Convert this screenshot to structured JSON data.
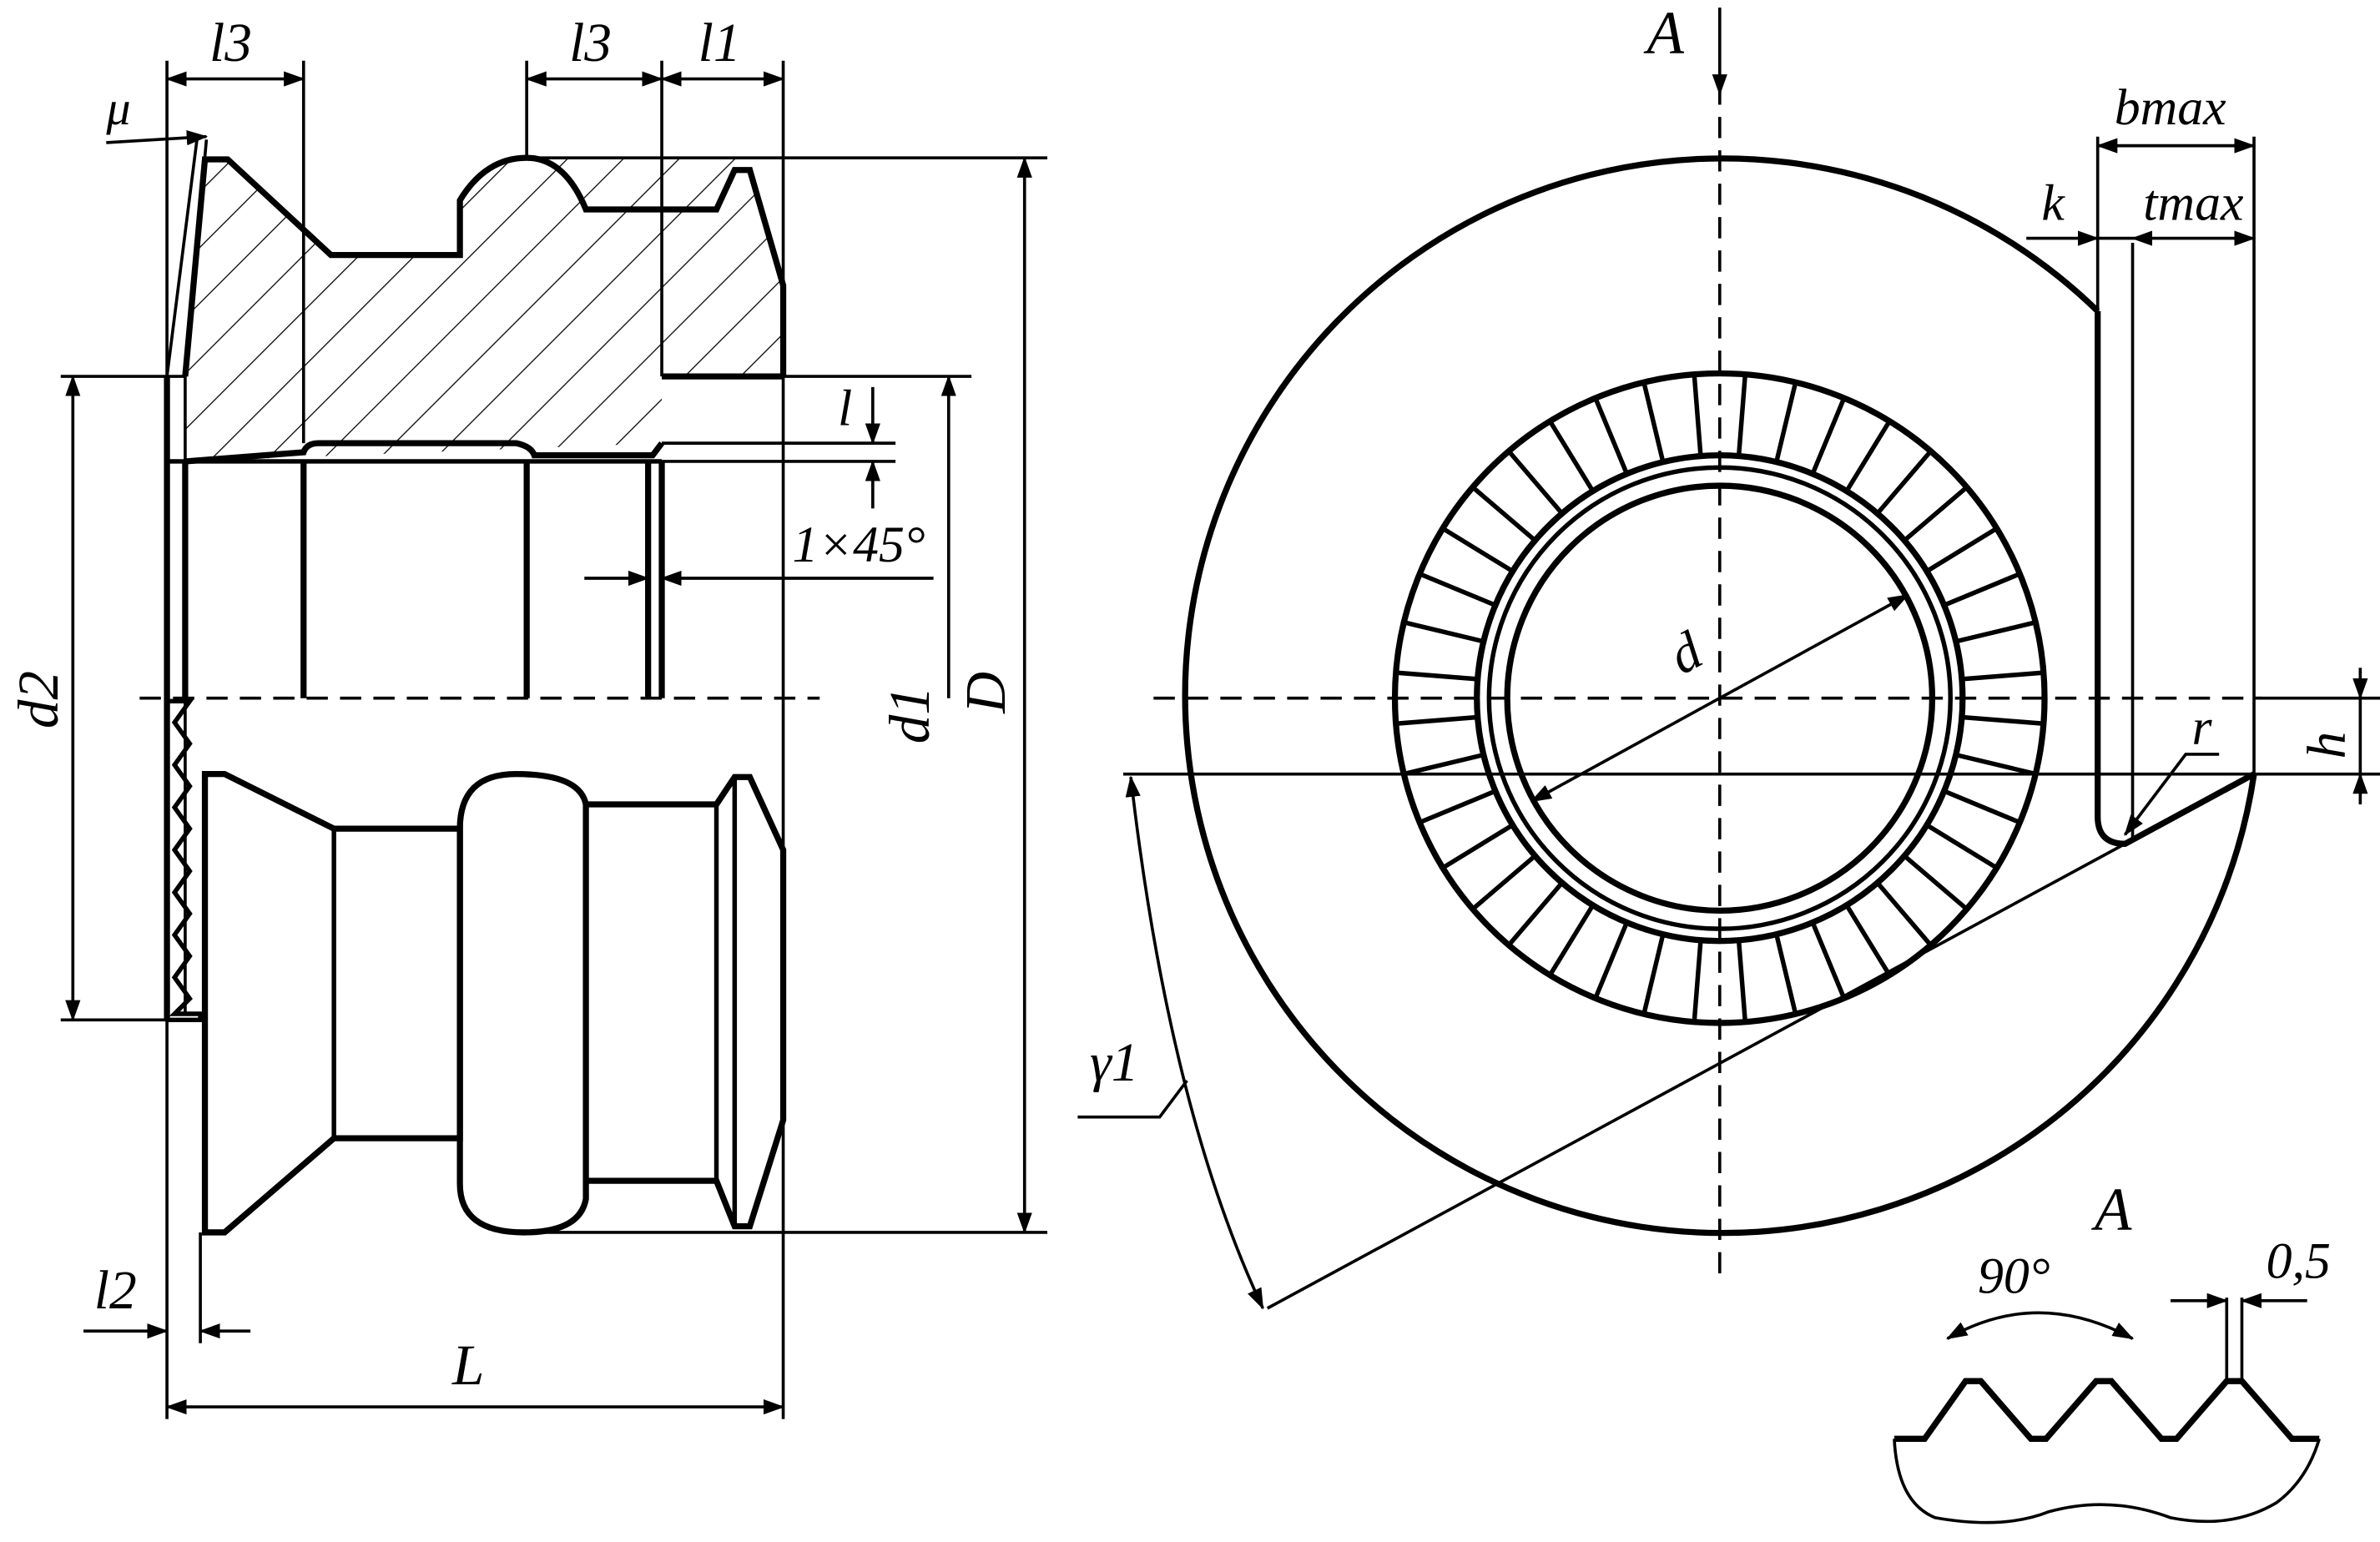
{
  "colors": {
    "line": "#000000",
    "background": "#ffffff"
  },
  "labels": {
    "l3_left": "l3",
    "l3_right": "l3",
    "l1": "l1",
    "mu": "μ",
    "l_small": "l",
    "chamfer": "1×45°",
    "d2": "d2",
    "d1": "d1",
    "D": "D",
    "l2": "l2",
    "L": "L",
    "A_top": "A",
    "bmax": "bmax",
    "k": "k",
    "tmax": "tmax",
    "d": "d",
    "h": "h",
    "r": "r",
    "gamma1": "γ1",
    "A_detail": "A",
    "angle_90": "90°",
    "dim_05": "0,5"
  }
}
